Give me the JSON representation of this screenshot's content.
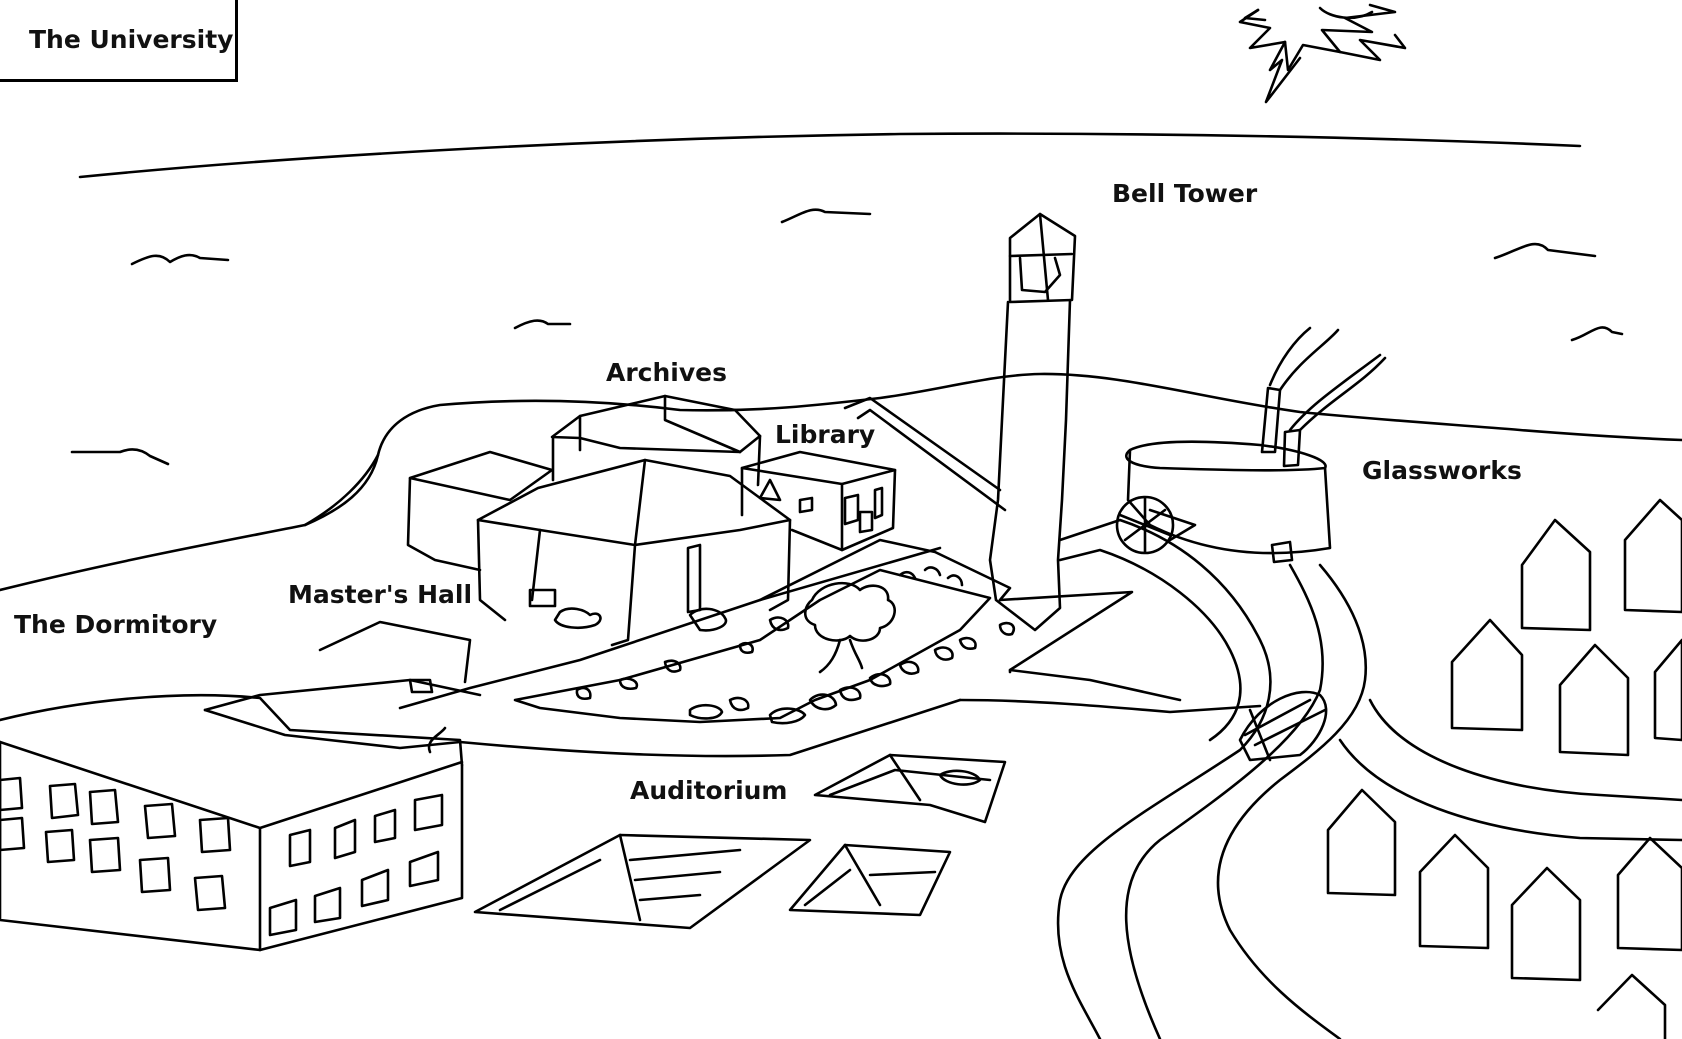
{
  "map": {
    "title": "The University",
    "places": [
      {
        "id": "bell-tower",
        "name": "Bell Tower"
      },
      {
        "id": "archives",
        "name": "Archives"
      },
      {
        "id": "library",
        "name": "Library"
      },
      {
        "id": "glassworks",
        "name": "Glassworks"
      },
      {
        "id": "masters-hall",
        "name": "Master's Hall"
      },
      {
        "id": "dormitory",
        "name": "The Dormitory"
      },
      {
        "id": "auditorium",
        "name": "Auditorium"
      }
    ]
  }
}
